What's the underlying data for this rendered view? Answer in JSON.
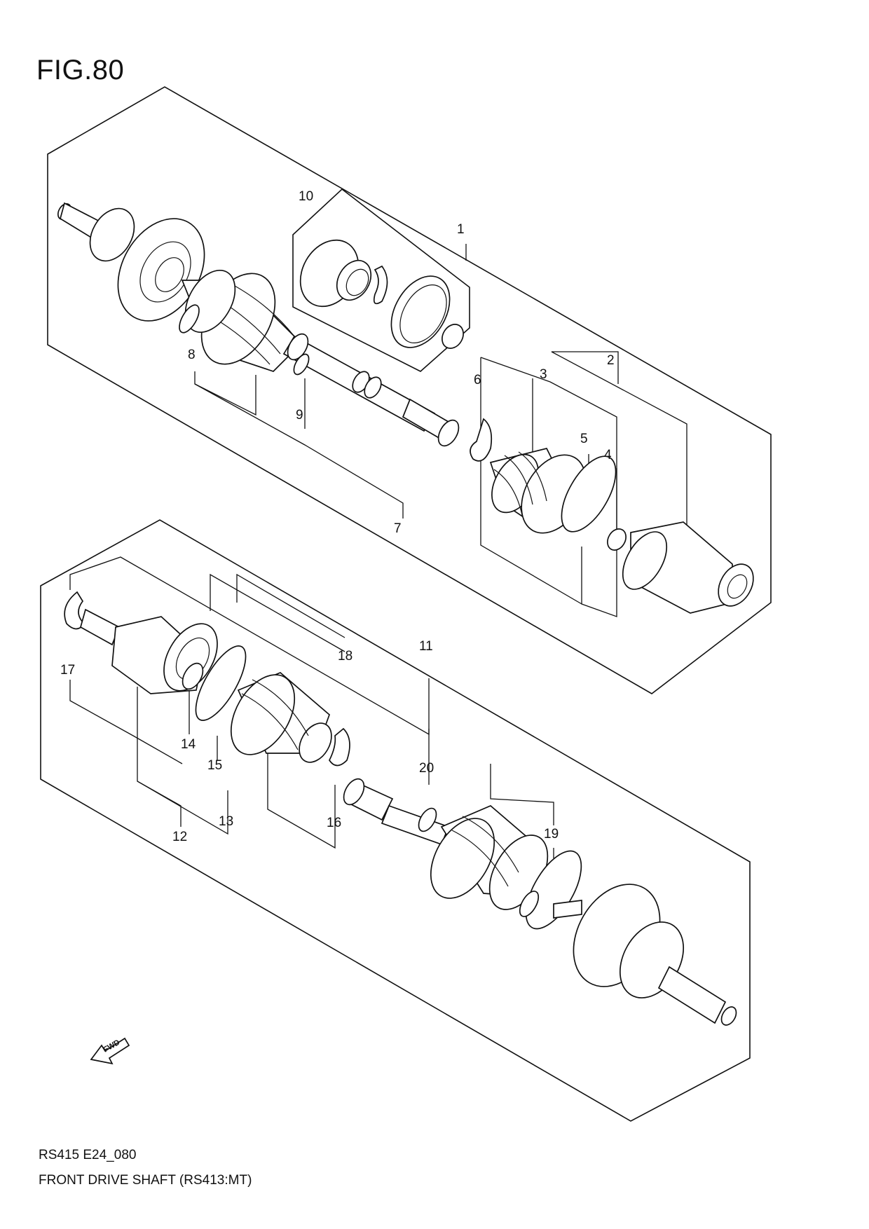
{
  "figure": {
    "title": "FIG.80"
  },
  "callouts": [
    {
      "id": "c1",
      "label": "1"
    },
    {
      "id": "c2",
      "label": "2"
    },
    {
      "id": "c3",
      "label": "3"
    },
    {
      "id": "c4",
      "label": "4"
    },
    {
      "id": "c5",
      "label": "5"
    },
    {
      "id": "c6",
      "label": "6"
    },
    {
      "id": "c7",
      "label": "7"
    },
    {
      "id": "c8",
      "label": "8"
    },
    {
      "id": "c9",
      "label": "9"
    },
    {
      "id": "c10",
      "label": "10"
    },
    {
      "id": "c11",
      "label": "11"
    },
    {
      "id": "c12",
      "label": "12"
    },
    {
      "id": "c13",
      "label": "13"
    },
    {
      "id": "c14",
      "label": "14"
    },
    {
      "id": "c15",
      "label": "15"
    },
    {
      "id": "c16",
      "label": "16"
    },
    {
      "id": "c17",
      "label": "17"
    },
    {
      "id": "c18",
      "label": "18"
    },
    {
      "id": "c19",
      "label": "19"
    },
    {
      "id": "c20",
      "label": "20"
    }
  ],
  "direction_marker": {
    "label": "FWD",
    "icon": "forward-arrow-icon"
  },
  "footer": {
    "code": "RS415 E24_080",
    "description": "FRONT DRIVE SHAFT (RS413:MT)"
  }
}
